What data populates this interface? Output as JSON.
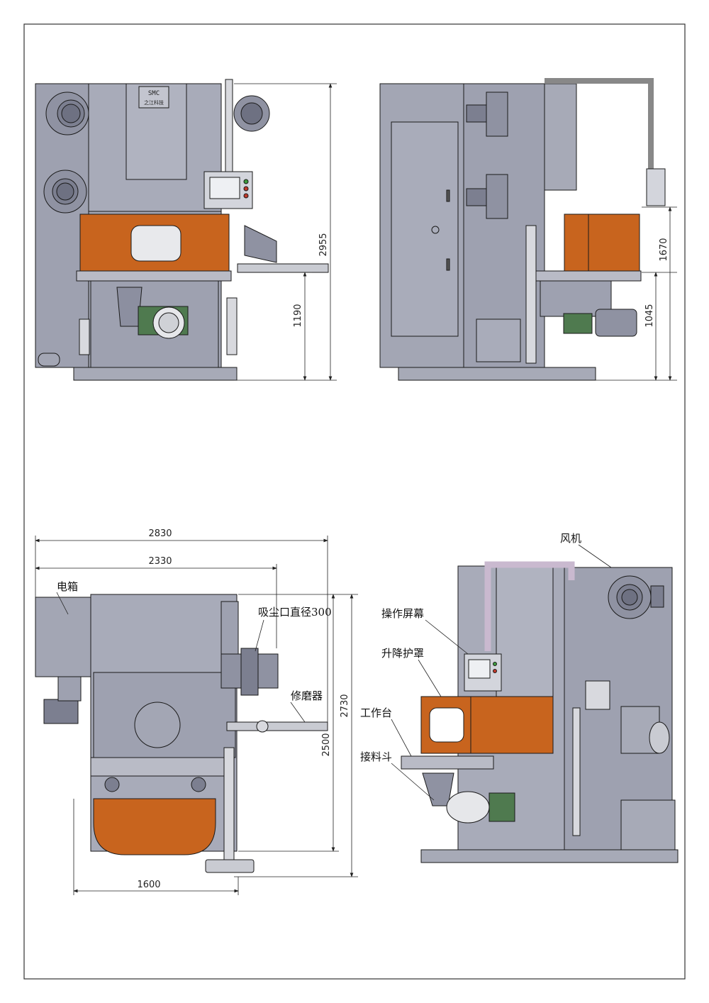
{
  "views": {
    "front": {
      "brand": "SMC",
      "brand_sub": "之江科技",
      "dims": {
        "overall_height": "2955",
        "table_height": "1190"
      }
    },
    "side": {
      "dims": {
        "upper_height": "1670",
        "table_height": "1045"
      }
    },
    "top": {
      "dims": {
        "width_total": "2830",
        "width_main": "2330",
        "depth_total": "2730",
        "depth_main": "2500",
        "width_base": "1600"
      },
      "labels": {
        "electric_box": "电箱",
        "dust_port": "吸尘口直径300",
        "dresser": "修磨器"
      }
    },
    "iso": {
      "labels": {
        "fan": "风机",
        "screen": "操作屏幕",
        "lift_cover": "升降护罩",
        "worktable": "工作台",
        "hopper": "接料斗"
      }
    }
  },
  "colors": {
    "body": "#a3a6b4",
    "body_dark": "#8f92a2",
    "orange": "#c8641e",
    "orange_dark": "#9a4a12",
    "line": "#1a1a1a"
  }
}
